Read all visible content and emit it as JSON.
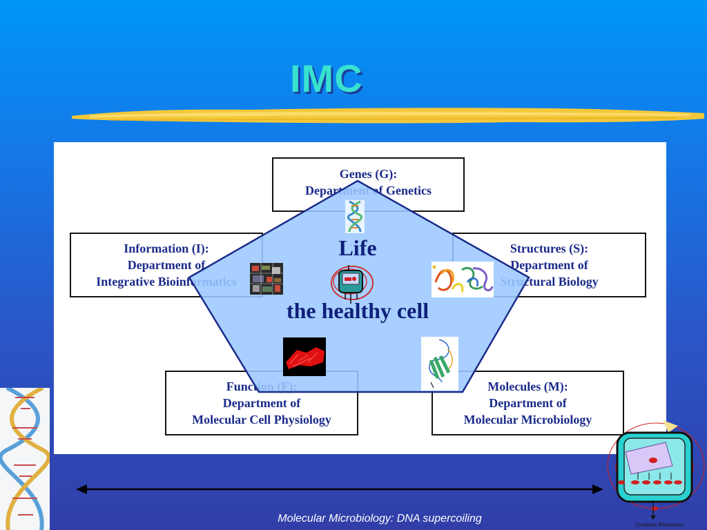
{
  "slide": {
    "title": "IMC",
    "caption": "Molecular Microbiology: DNA supercoiling",
    "corner_caption": "Complex Behaviour"
  },
  "diagram": {
    "center_title": "Life",
    "center_subtitle": "the healthy cell",
    "departments": {
      "genes": {
        "line1": "Genes (G):",
        "line2": "Department of Genetics"
      },
      "information": {
        "line1": "Information (I):",
        "line2": "Department of",
        "line3": "Integrative Bioinformatics"
      },
      "structures": {
        "line1": "Structures (S):",
        "line2": "Department of",
        "line3": "Structural Biology"
      },
      "function": {
        "line1": "Function (F):",
        "line2": "Department of",
        "line3": "Molecular Cell Physiology"
      },
      "molecules": {
        "line1": "Molecules (M):",
        "line2": "Department of",
        "line3": "Molecular Microbiology"
      }
    }
  },
  "colors": {
    "pentagon_fill": "#9cc8ff",
    "pentagon_stroke": "#1a2a8a",
    "title": "#39e1cf",
    "department_text": "#1a2a8a"
  }
}
